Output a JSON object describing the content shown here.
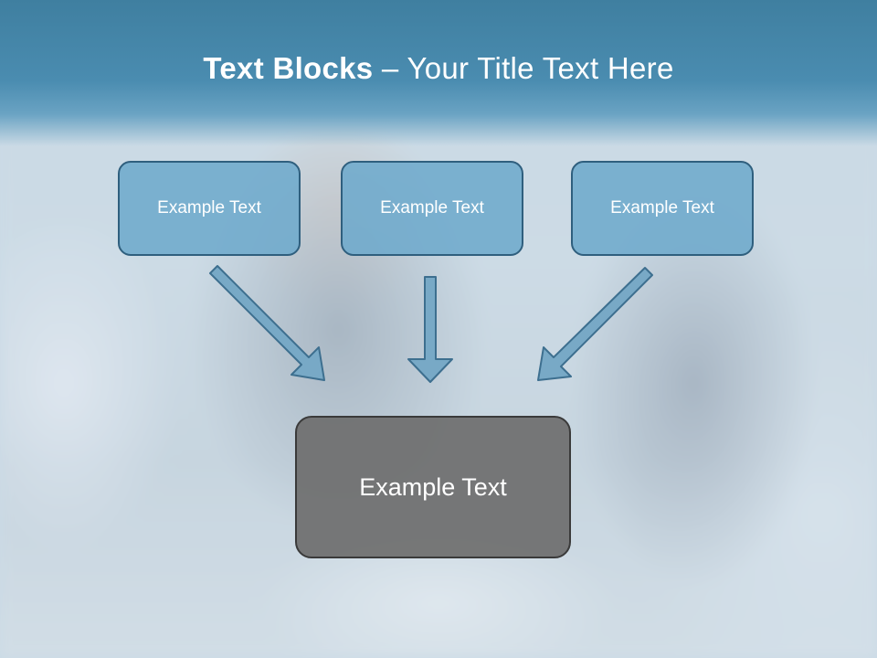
{
  "slide": {
    "title_bold": "Text Blocks",
    "title_rest": " – Your Title Text Here",
    "boxes": [
      {
        "label": "Example Text"
      },
      {
        "label": "Example Text"
      },
      {
        "label": "Example Text"
      }
    ],
    "main_box": {
      "label": "Example Text"
    }
  },
  "colors": {
    "title_band": "#4a8cb0",
    "box_fill": "#6eaacc",
    "box_border": "#2f5f7e",
    "main_box_fill": "#6e6e6e",
    "main_box_border": "#3a3a3a",
    "arrow_fill": "#78a9c6",
    "arrow_stroke": "#3d6f8f"
  },
  "icons": [
    "arrow-down-right-icon",
    "arrow-down-icon",
    "arrow-down-left-icon"
  ]
}
